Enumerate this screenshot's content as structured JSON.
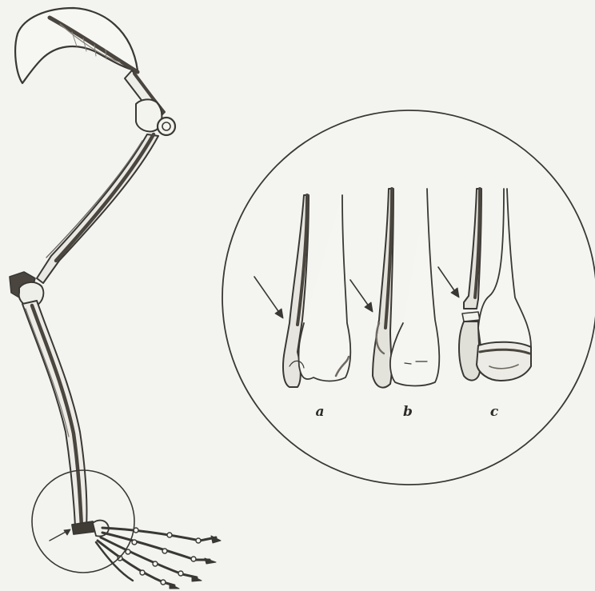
{
  "figure": {
    "panel_labels": [
      "a",
      "b",
      "c"
    ],
    "colors": {
      "background": "#f3f4f0",
      "ink": "#3a3834",
      "bone_shade": "#6f6a62",
      "bone_fill": "#f1f1ec"
    }
  }
}
